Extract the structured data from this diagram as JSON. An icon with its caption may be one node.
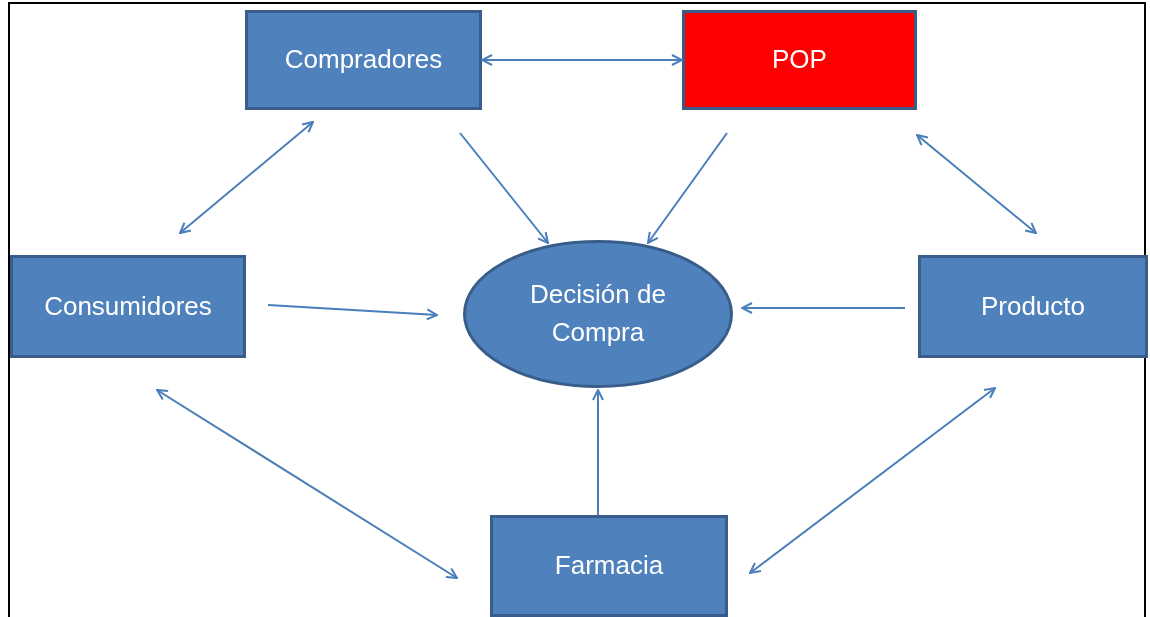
{
  "diagram": {
    "nodes": [
      {
        "text": [
          "Compradores"
        ]
      },
      {
        "text": [
          "POP"
        ]
      },
      {
        "text": [
          "Consumidores"
        ]
      },
      {
        "text": [
          "Decisión de Compra"
        ]
      },
      {
        "text": [
          "Producto"
        ]
      },
      {
        "text": [
          "Farmacia"
        ]
      }
    ],
    "edges": [
      {
        "from": 0,
        "to": 1,
        "arrow": "both"
      },
      {
        "from": 0,
        "to": 2,
        "arrow": "both"
      },
      {
        "from": 0,
        "to": 3,
        "arrow": "to"
      },
      {
        "from": 1,
        "to": 3,
        "arrow": "to"
      },
      {
        "from": 1,
        "to": 4,
        "arrow": "both"
      },
      {
        "from": 2,
        "to": 3,
        "arrow": "to"
      },
      {
        "from": 4,
        "to": 3,
        "arrow": "to"
      },
      {
        "from": 5,
        "to": 3,
        "arrow": "to"
      },
      {
        "from": 2,
        "to": 5,
        "arrow": "both"
      },
      {
        "from": 4,
        "to": 5,
        "arrow": "both"
      }
    ]
  }
}
